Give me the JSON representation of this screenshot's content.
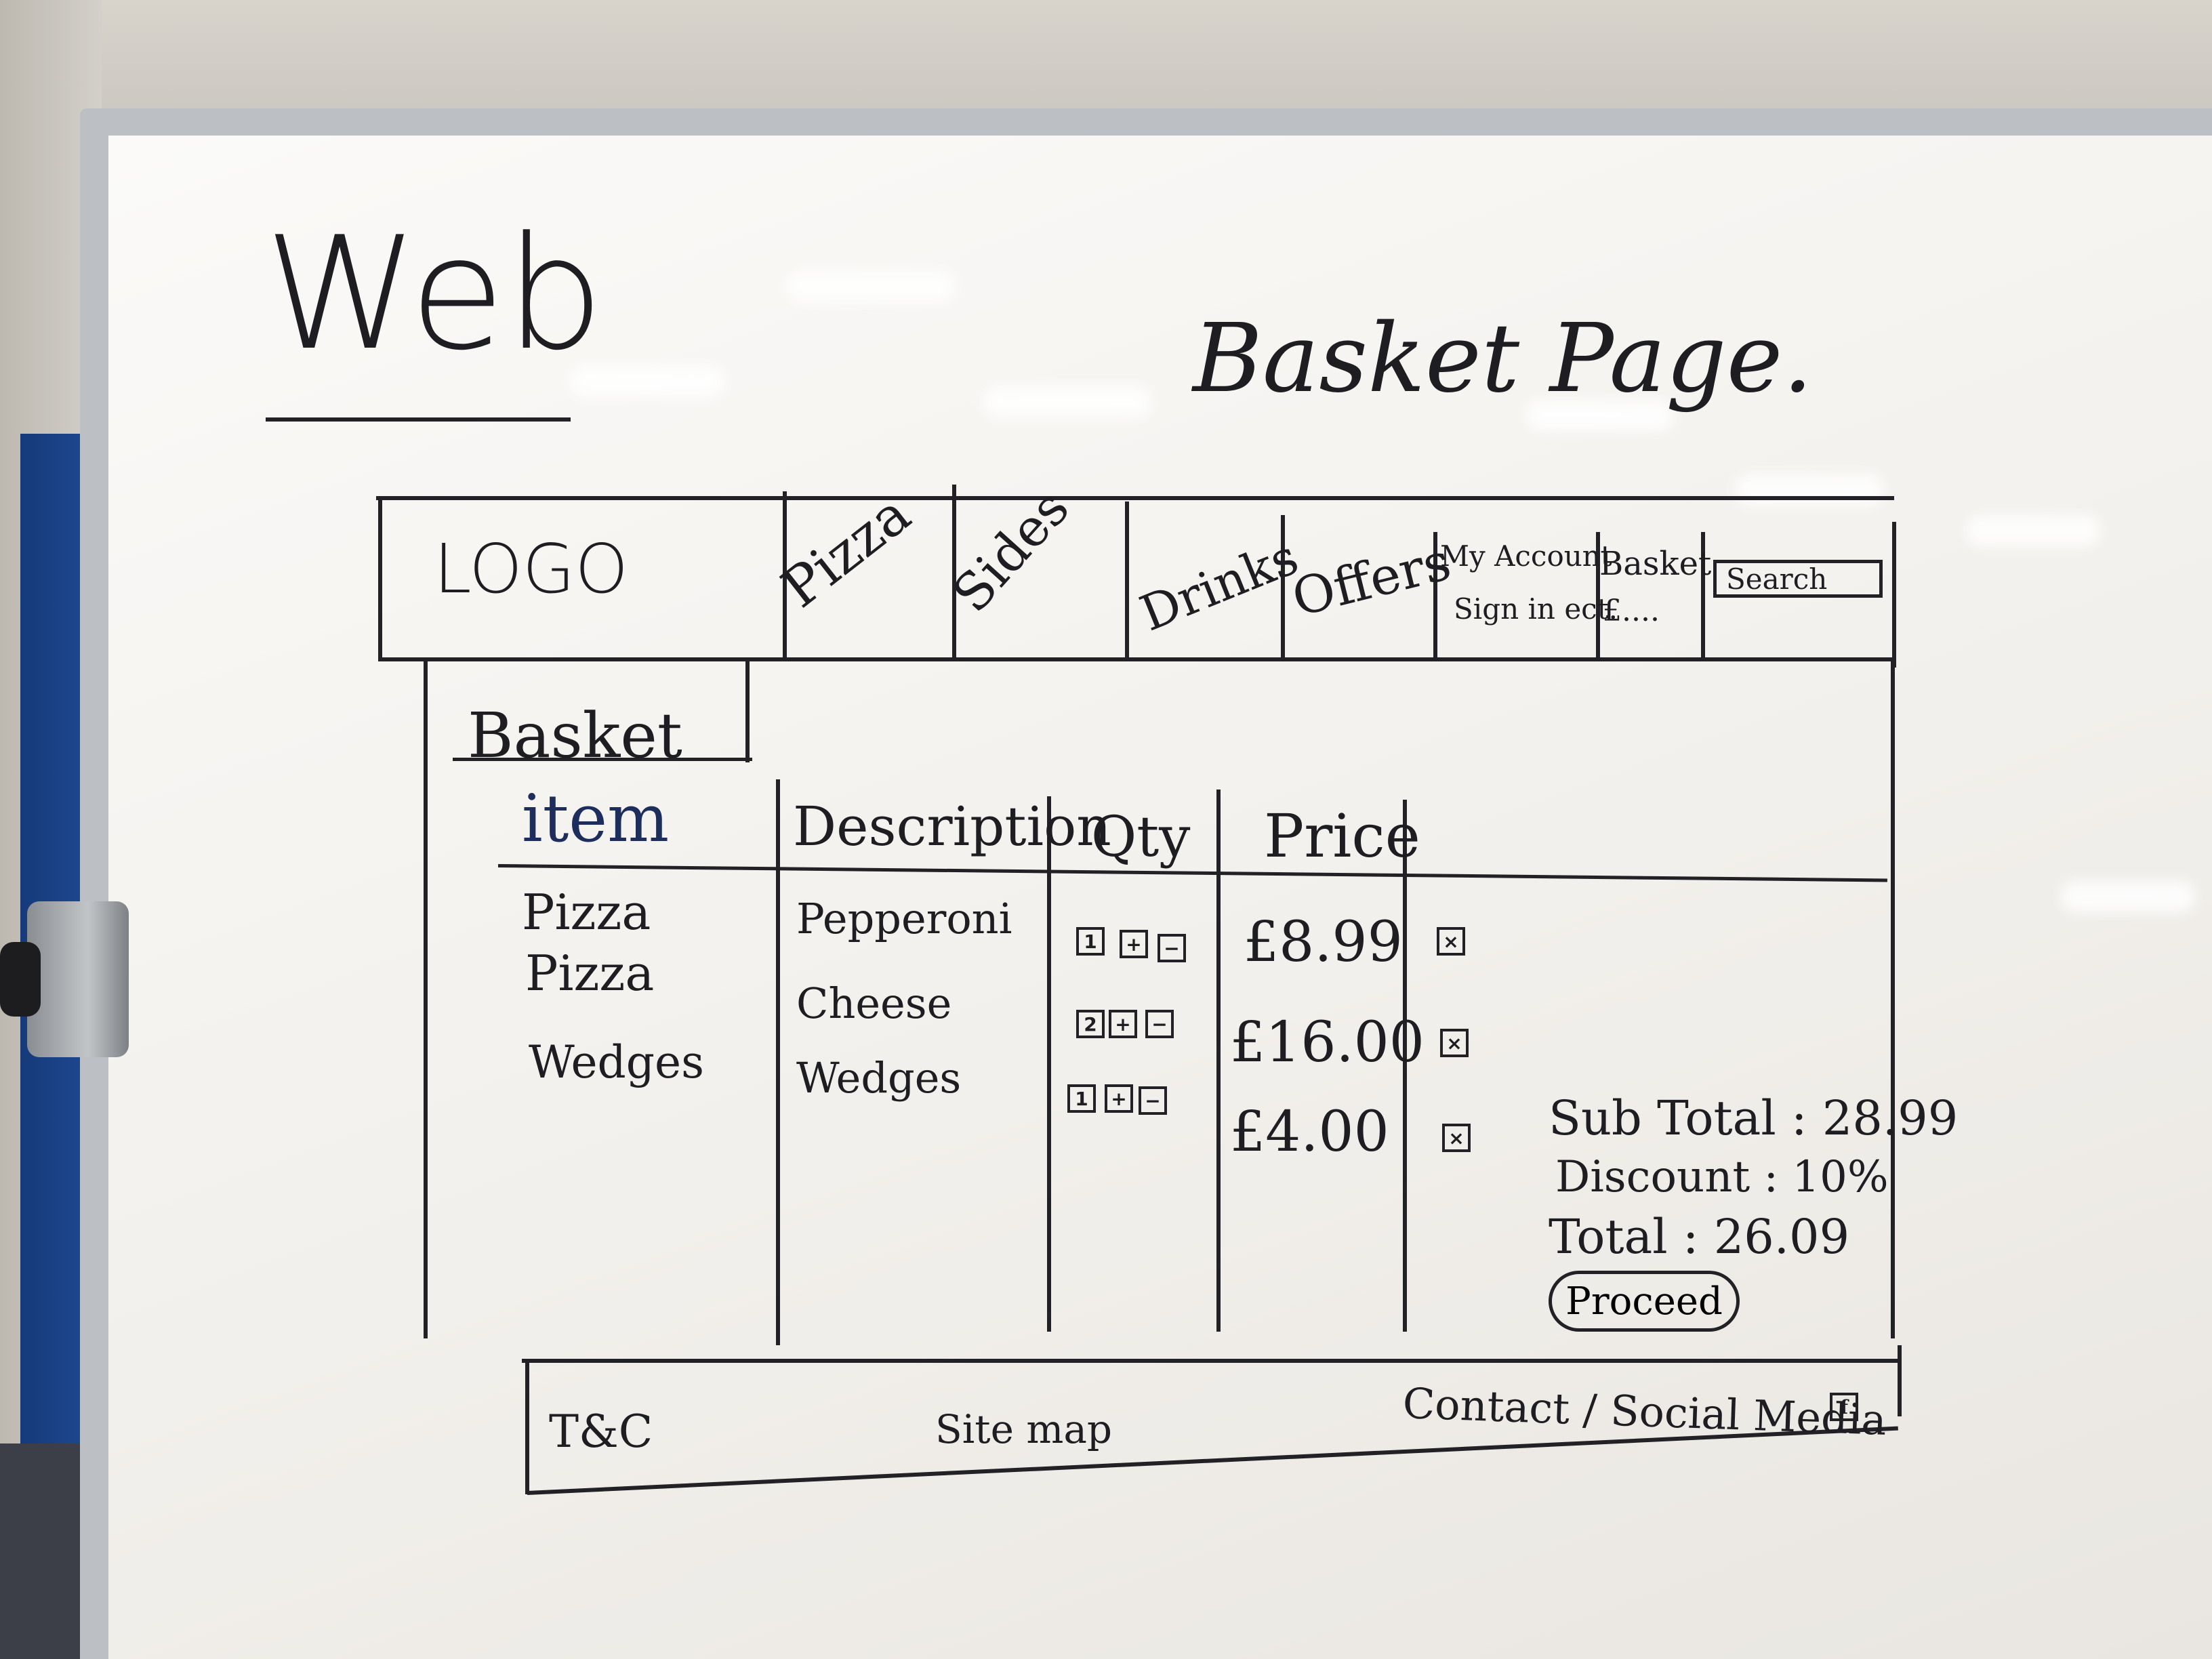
{
  "board": {
    "title_left": "Web",
    "title_right": "Basket Page."
  },
  "header": {
    "logo": "LOGO",
    "nav": [
      "Pizza",
      "Sides",
      "Drinks",
      "Offers"
    ],
    "account_line1": "My Account",
    "account_line2": "Sign in ect.",
    "basket_line1": "Basket",
    "basket_line2": "£....",
    "search_label": "Search"
  },
  "basket": {
    "heading": "Basket",
    "columns": {
      "item": "item",
      "description": "Description",
      "qty": "Qty",
      "price": "Price"
    },
    "rows": [
      {
        "item": "Pizza",
        "description": "Pepperoni",
        "qty": "1",
        "price": "£8.99"
      },
      {
        "item": "Pizza",
        "description": "Cheese",
        "qty": "2",
        "price": "£16.00"
      },
      {
        "item": "Wedges",
        "description": "Wedges",
        "qty": "1",
        "price": "£4.00"
      }
    ],
    "qty_plus": "+",
    "qty_minus": "−",
    "remove_glyph": "×",
    "summary": {
      "subtotal": "Sub Total : 28.99",
      "discount": "Discount : 10%",
      "total": "Total : 26.09"
    },
    "proceed_label": "Proceed"
  },
  "footer": {
    "toc": "T&C",
    "sitemap": "Site map",
    "contact": "Contact / Social Media",
    "social_glyph": "f"
  }
}
